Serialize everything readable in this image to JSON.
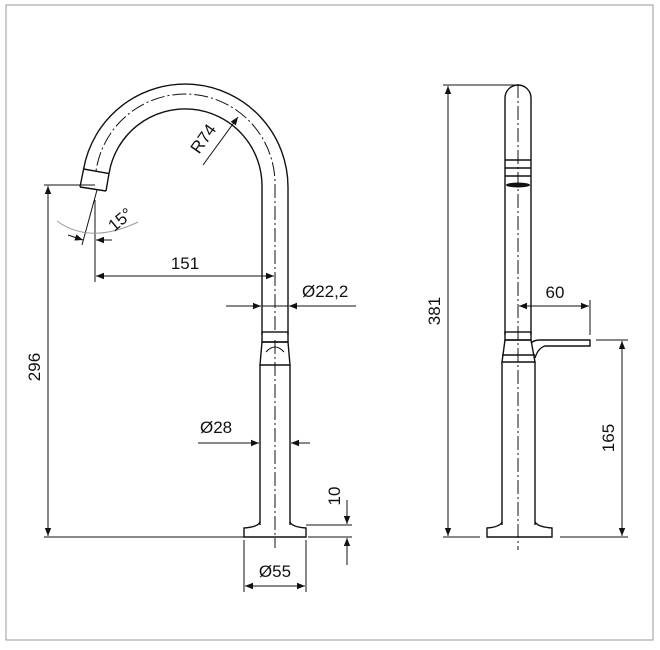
{
  "drawing": {
    "front_view": {
      "height_label": "296",
      "reach_label": "151",
      "radius_label": "R74",
      "angle_label": "15°",
      "spout_diameter_label": "Ø22,2",
      "body_diameter_label": "Ø28",
      "base_height_label": "10",
      "base_diameter_label": "Ø55"
    },
    "side_view": {
      "total_height_label": "381",
      "handle_length_label": "60",
      "handle_height_label": "165"
    }
  }
}
